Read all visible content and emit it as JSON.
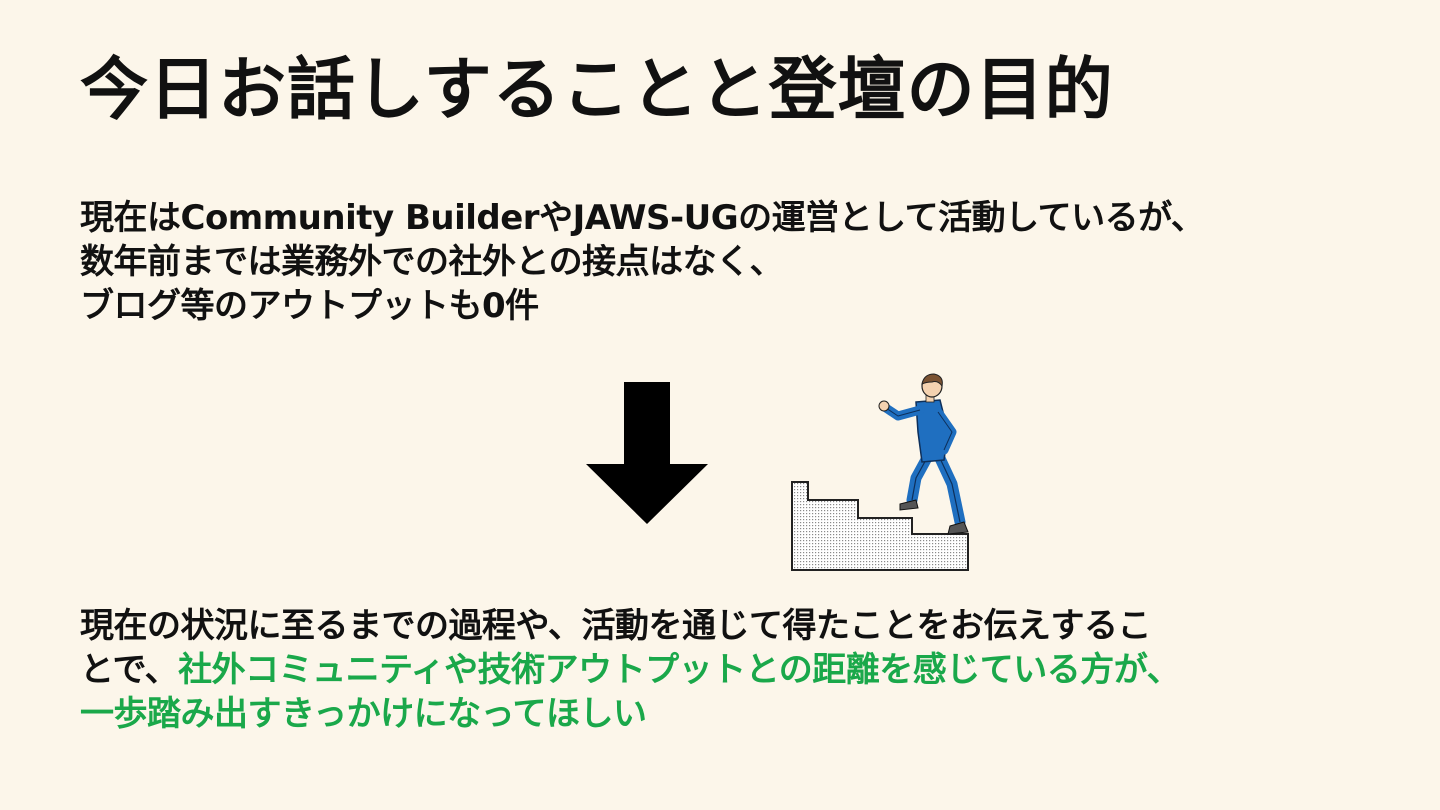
{
  "slide": {
    "title": "今日お話しすることと登壇の目的",
    "intro_lines": [
      "現在はCommunity BuilderやJAWS-UGの運営として活動しているが、",
      "数年前までは業務外での社外との接点はなく、",
      "ブログ等のアウトプットも0件"
    ],
    "conclusion": {
      "line1": "現在の状況に至るまでの過程や、活動を通じて得たことをお伝えするこ",
      "line2_plain": "とで、",
      "line2_accent": "社外コミュニティや技術アウトプットとの距離を感じている方が、",
      "line3_accent": "一歩踏み出すきっかけになってほしい"
    }
  },
  "icons": {
    "arrow": "arrow-down-icon",
    "illustration": "person-climbing-stairs-illustration"
  },
  "colors": {
    "background": "#fcf6ea",
    "text": "#111111",
    "accent": "#1aa84a",
    "suit": "#1f6fc0"
  }
}
